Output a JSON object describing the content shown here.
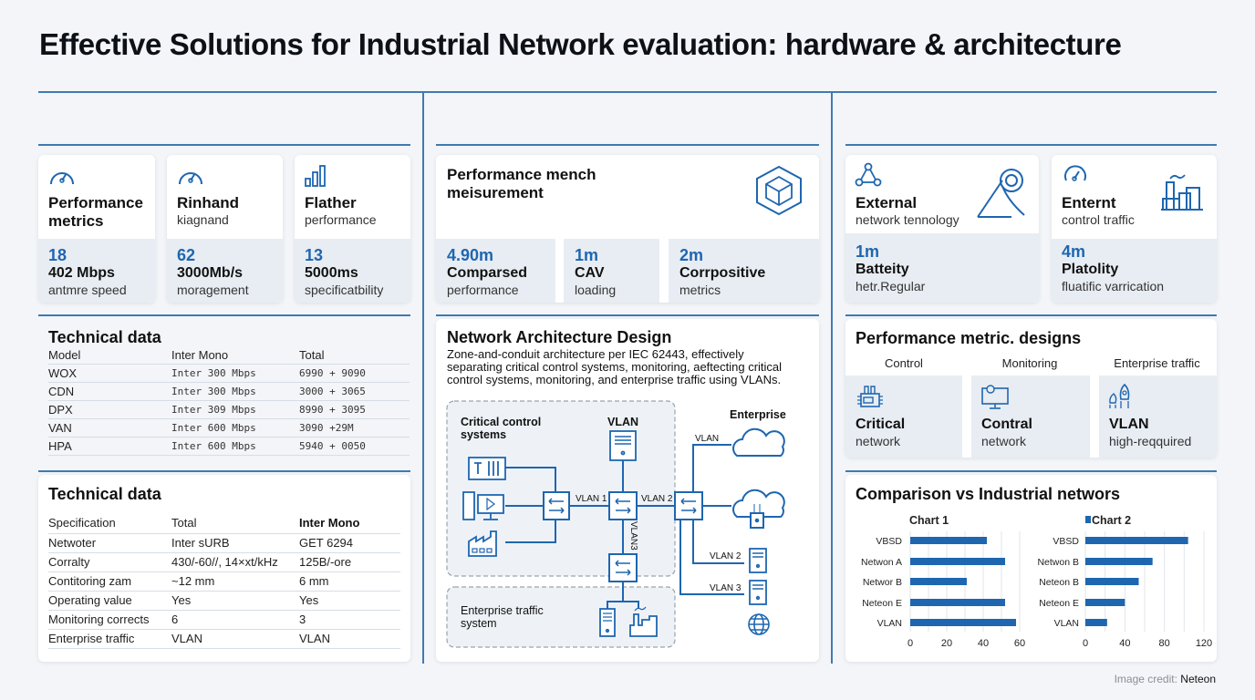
{
  "title": "Effective Solutions for Industrial Network evaluation: hardware & architecture",
  "colors": {
    "accent": "#1e66b0",
    "divider": "#3f7ab0",
    "panel": "#e8edf3",
    "background": "#f3f5f8"
  },
  "left": {
    "stat_cards": [
      {
        "icon": "speedometer-icon",
        "title": "Performance metrics",
        "subtitle": "",
        "number": "18",
        "value": "402 Mbps",
        "desc": "antmre speed"
      },
      {
        "icon": "speedometer-icon",
        "title": "Rinhand",
        "subtitle": "kiagnand",
        "number": "62",
        "value": "3000Mb/s",
        "desc": "moragement"
      },
      {
        "icon": "signal-bars-icon",
        "title": "Flather",
        "subtitle": "performance",
        "number": "13",
        "value": "5000ms",
        "desc": "specificatbility"
      }
    ],
    "tech_table": {
      "title": "Technical data",
      "headers": [
        "Model",
        "Inter Mono",
        "Total"
      ],
      "rows": [
        [
          "WOX",
          "Inter 300 Mbps",
          "6990 + 9090"
        ],
        [
          "CDN",
          "Inter 300 Mbps",
          "3000 + 3065"
        ],
        [
          "DPX",
          "Inter 309 Mbps",
          "8990 + 3095"
        ],
        [
          "VAN",
          "Inter 600 Mbps",
          "3090 +29M"
        ],
        [
          "HPA",
          "Inter 600 Mbps",
          "5940 + 0050"
        ]
      ]
    },
    "spec_table": {
      "title": "Technical data",
      "headers": [
        "Specification",
        "Total",
        "Inter Mono"
      ],
      "rows": [
        [
          "Netwoter",
          "Inter sURB",
          "GET 6294"
        ],
        [
          "Corralty",
          "430/-60//, 14×xt/kHz",
          "125B/-ore"
        ],
        [
          "Contitoring zam",
          "~12 mm",
          "6 mm"
        ],
        [
          "Operating value",
          "Yes",
          "Yes"
        ],
        [
          "Monitoring corrects",
          "6",
          "3"
        ],
        [
          "Enterprise traffic",
          "VLAN",
          "VLAN"
        ]
      ]
    }
  },
  "middle": {
    "perf_card": {
      "title_line1": "Performance mench",
      "title_line2": "meisurement",
      "icon": "cube-icon",
      "stats": [
        {
          "number": "4.90m",
          "value": "Comparsed",
          "desc": "performance"
        },
        {
          "number": "1m",
          "value": "CAV",
          "desc": "loading"
        },
        {
          "number": "2m",
          "value": "Corrpositive",
          "desc": "metrics"
        }
      ]
    },
    "architecture": {
      "title": "Network Architecture Design",
      "desc_line1": "Zone-and-conduit architecture per IEC 62443, effectively",
      "desc_line2": "separating critical control systems, monitoring, aeftecting critical",
      "desc_line3": "control systems, monitoring, and enterprise traffic using VLANs.",
      "zone_critical_line1": "Critical control",
      "zone_critical_line2": "systems",
      "zone_enterprise_line1": "Enterprise traffic",
      "zone_enterprise_line2": "system",
      "label_vlan_top": "VLAN",
      "label_enterprise": "Enterprise",
      "label_vlan1": "VLAN 1",
      "label_vlan2": "VLAN 2",
      "label_vlan3_vertical": "VLAN3",
      "label_vlan_cloud": "VLAN",
      "label_vlan2_server": "VLAN 2",
      "label_vlan3_server": "VLAN 3"
    }
  },
  "right": {
    "stat_cards": [
      {
        "icon": "network-triangle-icon",
        "big_icon": "map-pin-mountain-icon",
        "title": "External",
        "subtitle": "network tennology",
        "number": "1m",
        "value": "Batteity",
        "desc": "hetr.Regular"
      },
      {
        "icon": "speedometer-icon",
        "big_icon": "factory-icon",
        "title": "Enternt",
        "subtitle": "control traffic",
        "number": "4m",
        "value": "Platolity",
        "desc": "fluatific varrication"
      }
    ],
    "designs": {
      "title": "Performance metric. designs",
      "columns": [
        {
          "header": "Control",
          "icon": "plc-controller-icon",
          "value": "Critical",
          "desc": "network"
        },
        {
          "header": "Monitoring",
          "icon": "monitor-icon",
          "value": "Contral",
          "desc": "network"
        },
        {
          "header": "Enterprise traffic",
          "icon": "rocket-icon",
          "value": "VLAN",
          "desc": "high-reqquired"
        }
      ]
    },
    "comparison": {
      "title": "Comparison vs Industrial networs"
    }
  },
  "chart_data": [
    {
      "type": "bar",
      "orientation": "horizontal",
      "title": "Chart 1",
      "categories": [
        "VBSD",
        "Netwon A",
        "Networ B",
        "Neteon E",
        "VLAN"
      ],
      "values": [
        42,
        52,
        31,
        52,
        58
      ],
      "xlim": [
        0,
        60
      ],
      "xticks": [
        "0",
        "20",
        "40",
        "60"
      ],
      "grid": true,
      "color": "#1e66b0"
    },
    {
      "type": "bar",
      "orientation": "horizontal",
      "title": "Chart 2",
      "categories": [
        "VBSD",
        "Netwon B",
        "Neteon B",
        "Neteon E",
        "VLAN"
      ],
      "values": [
        104,
        68,
        54,
        40,
        22
      ],
      "xlim": [
        0,
        120
      ],
      "xticks": [
        "0",
        "40",
        "80",
        "120"
      ],
      "grid": true,
      "legend": "Chart 2",
      "color": "#1e66b0"
    }
  ],
  "footer": {
    "credit_label": "Image credit:",
    "credit_name": "Neteon"
  }
}
